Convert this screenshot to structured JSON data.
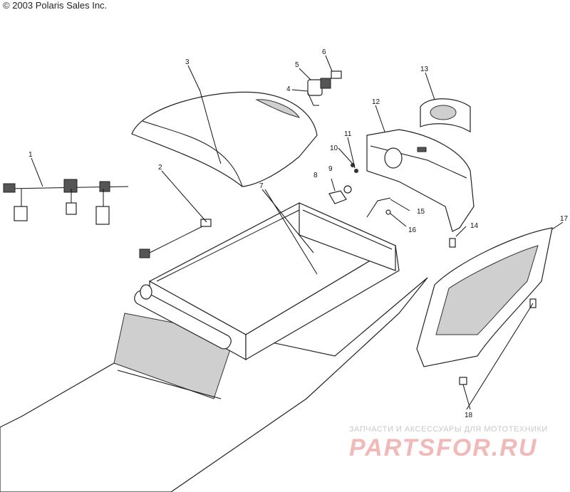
{
  "copyright": "© 2003 Polaris Sales Inc.",
  "callouts": [
    "1",
    "2",
    "3",
    "4",
    "5",
    "6",
    "7",
    "8",
    "9",
    "10",
    "11",
    "12",
    "13",
    "14",
    "15",
    "16",
    "17",
    "18"
  ],
  "watermark": {
    "tagline": "ЗАПЧАСТИ И АКСЕССУАРЫ ДЛЯ МОТОТЕХНИКИ",
    "logo": "PARTSFOR.RU"
  }
}
